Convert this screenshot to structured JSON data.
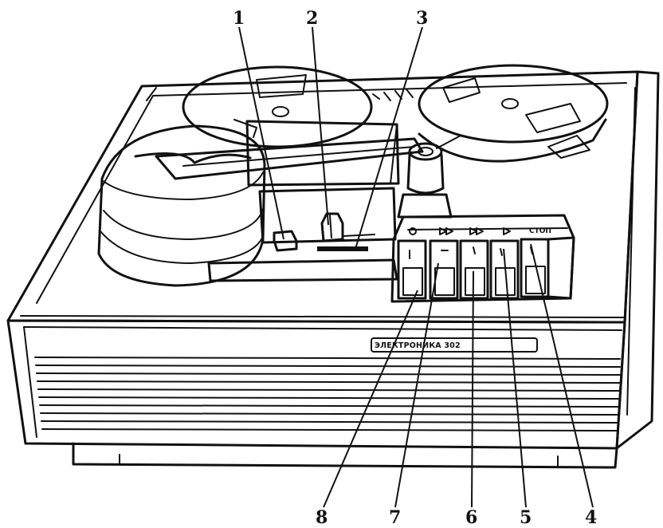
{
  "callouts": {
    "c1": "1",
    "c2": "2",
    "c3": "3",
    "c4": "4",
    "c5": "5",
    "c6": "6",
    "c7": "7",
    "c8": "8"
  },
  "button_symbols": {
    "stop": "СТОП"
  },
  "nameplate": {
    "text": "ЭЛЕКТРОНИКА 302"
  }
}
